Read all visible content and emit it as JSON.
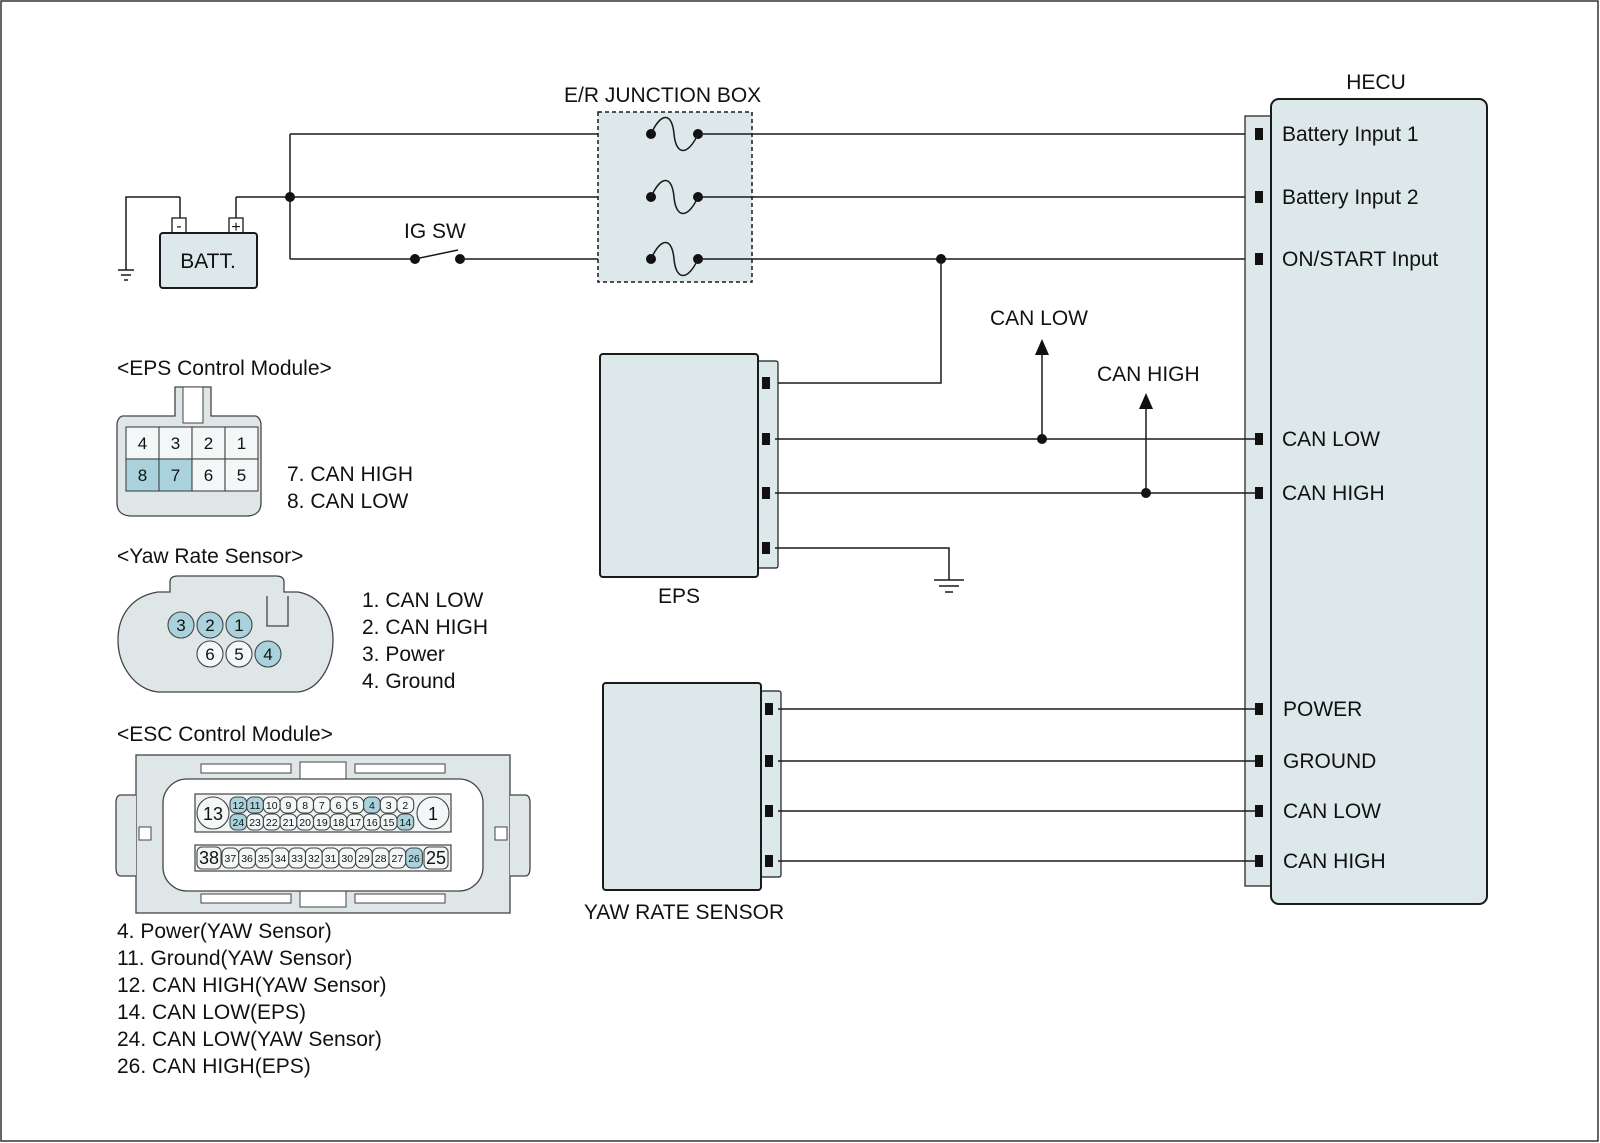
{
  "title": "E/R JUNCTION BOX",
  "battery": {
    "label": "BATT.",
    "neg": "-",
    "pos": "+"
  },
  "ig_switch": "IG SW",
  "hecu": {
    "title": "HECU",
    "pins": [
      "Battery Input 1",
      "Battery Input 2",
      "ON/START Input",
      "CAN LOW",
      "CAN HIGH",
      "POWER",
      "GROUND",
      "CAN LOW",
      "CAN HIGH"
    ]
  },
  "bus_labels": {
    "can_low": "CAN LOW",
    "can_high": "CAN HIGH"
  },
  "eps": {
    "label": "EPS"
  },
  "yaw": {
    "label": "YAW RATE SENSOR"
  },
  "eps_connector": {
    "title": "<EPS Control Module>",
    "top_row": [
      "4",
      "3",
      "2",
      "1"
    ],
    "bottom_row": [
      "8",
      "7",
      "6",
      "5"
    ],
    "highlighted": [
      "8",
      "7"
    ],
    "legend": [
      "7. CAN HIGH",
      "8. CAN LOW"
    ]
  },
  "yaw_connector": {
    "title": "<Yaw Rate Sensor>",
    "top_row": [
      "3",
      "2",
      "1"
    ],
    "bottom_row": [
      "6",
      "5",
      "4"
    ],
    "highlighted": [
      "3",
      "2",
      "1",
      "4"
    ],
    "legend": [
      "1. CAN LOW",
      "2. CAN HIGH",
      "3. Power",
      "4. Ground"
    ]
  },
  "esc_connector": {
    "title": "<ESC Control Module>",
    "row1": [
      "12",
      "11",
      "10",
      "9",
      "8",
      "7",
      "6",
      "5",
      "4",
      "3",
      "2"
    ],
    "row2": [
      "24",
      "23",
      "22",
      "21",
      "20",
      "19",
      "18",
      "17",
      "16",
      "15",
      "14"
    ],
    "row3": [
      "37",
      "36",
      "35",
      "34",
      "33",
      "32",
      "31",
      "30",
      "29",
      "28",
      "27",
      "26"
    ],
    "big_pins": {
      "left_top": "13",
      "right_top": "1",
      "left_bottom": "38",
      "right_bottom": "25"
    },
    "highlighted": [
      "12",
      "11",
      "4",
      "24",
      "14",
      "26"
    ],
    "legend": [
      "4. Power(YAW Sensor)",
      "11. Ground(YAW Sensor)",
      "12. CAN HIGH(YAW Sensor)",
      "14. CAN LOW(EPS)",
      "24. CAN LOW(YAW Sensor)",
      "26. CAN HIGH(EPS)"
    ]
  }
}
